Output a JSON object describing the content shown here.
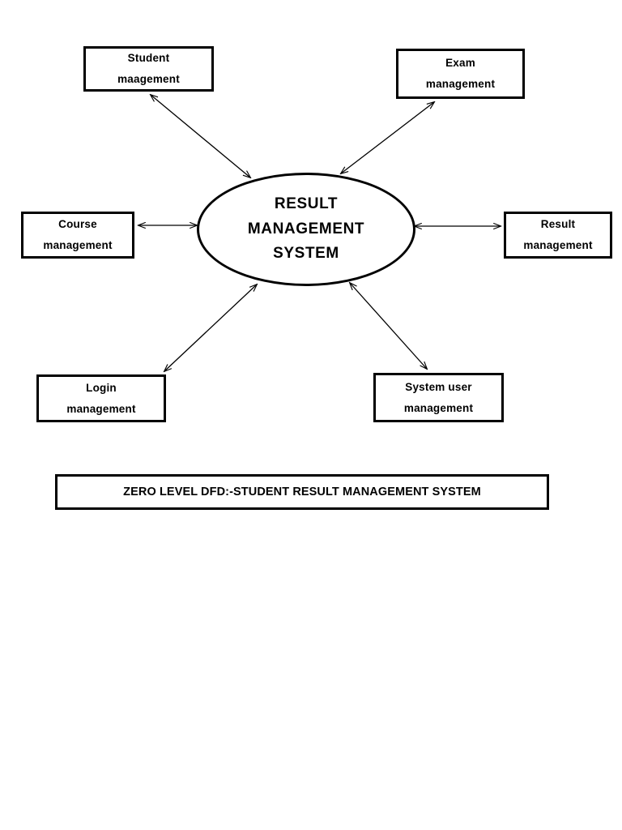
{
  "diagram": {
    "type": "data-flow-diagram",
    "level": "zero",
    "background_color": "#ffffff",
    "line_color": "#000000",
    "process": {
      "id": "result-management-system",
      "shape": "ellipse",
      "lines": [
        "RESULT",
        "MANAGEMENT",
        "SYSTEM"
      ],
      "full_label": "RESULT MANAGEMENT SYSTEM"
    },
    "entities": [
      {
        "id": "student-management",
        "shape": "rectangle",
        "lines": [
          "Student",
          "maagement"
        ],
        "full_label": "Student maagement",
        "position": "top-left"
      },
      {
        "id": "exam-management",
        "shape": "rectangle",
        "lines": [
          "Exam",
          "management"
        ],
        "full_label": "Exam management",
        "position": "top-right"
      },
      {
        "id": "course-management",
        "shape": "rectangle",
        "lines": [
          "Course",
          "management"
        ],
        "full_label": "Course management",
        "position": "middle-left"
      },
      {
        "id": "result-management",
        "shape": "rectangle",
        "lines": [
          "Result",
          "management"
        ],
        "full_label": "Result management",
        "position": "middle-right"
      },
      {
        "id": "login-management",
        "shape": "rectangle",
        "lines": [
          "Login",
          "management"
        ],
        "full_label": "Login management",
        "position": "bottom-left"
      },
      {
        "id": "system-user-management",
        "shape": "rectangle",
        "lines": [
          "System user",
          "management"
        ],
        "full_label": "System user management",
        "position": "bottom-right"
      }
    ],
    "flows": [
      {
        "id": "flow-student",
        "from": "student-management",
        "to": "result-management-system",
        "direction": "bidirectional"
      },
      {
        "id": "flow-exam",
        "from": "exam-management",
        "to": "result-management-system",
        "direction": "bidirectional"
      },
      {
        "id": "flow-course",
        "from": "course-management",
        "to": "result-management-system",
        "direction": "bidirectional"
      },
      {
        "id": "flow-result",
        "from": "result-management",
        "to": "result-management-system",
        "direction": "bidirectional"
      },
      {
        "id": "flow-login",
        "from": "login-management",
        "to": "result-management-system",
        "direction": "bidirectional"
      },
      {
        "id": "flow-system-user",
        "from": "system-user-management",
        "to": "result-management-system",
        "direction": "bidirectional"
      }
    ],
    "caption": "ZERO LEVEL DFD:-STUDENT RESULT MANAGEMENT SYSTEM"
  }
}
